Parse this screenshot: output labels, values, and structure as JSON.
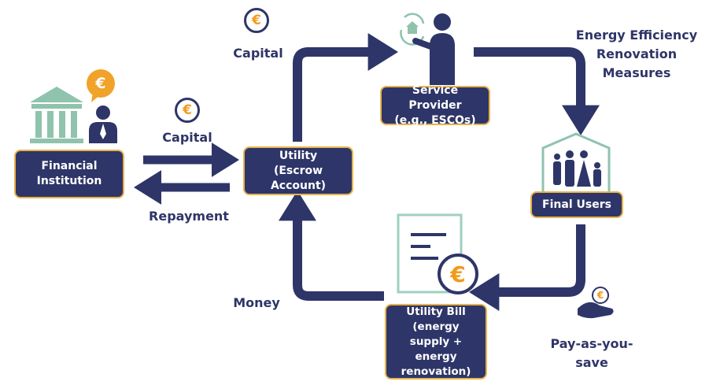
{
  "colors": {
    "navy": "#2e3568",
    "gold_border": "#e7b34a",
    "euro_orange": "#f0a229",
    "doc_green": "#9fcfbf",
    "building_green": "#8fc3ad"
  },
  "nodes": {
    "financial_institution": "Financial\nInstitution",
    "utility": "Utility\n(Escrow Account)",
    "service_provider": "Service Provider\n(e.g., ESCOs)",
    "final_users": "Final Users",
    "utility_bill": "Utility Bill\n(energy supply +\nenergy\nrenovation)"
  },
  "labels": {
    "capital_top": "Capital",
    "capital_left": "Capital",
    "repayment": "Repayment",
    "energy_measures": "Energy Efficiency\nRenovation\nMeasures",
    "money": "Money",
    "pay_as_you_save": "Pay-as-you-\nsave"
  },
  "euro_symbol": "€",
  "icons": [
    "bank-building-icon",
    "banker-person-icon",
    "euro-coin-icon",
    "service-provider-person-icon",
    "house-cycle-icon",
    "family-house-icon",
    "bill-document-icon",
    "hand-with-coin-icon"
  ]
}
